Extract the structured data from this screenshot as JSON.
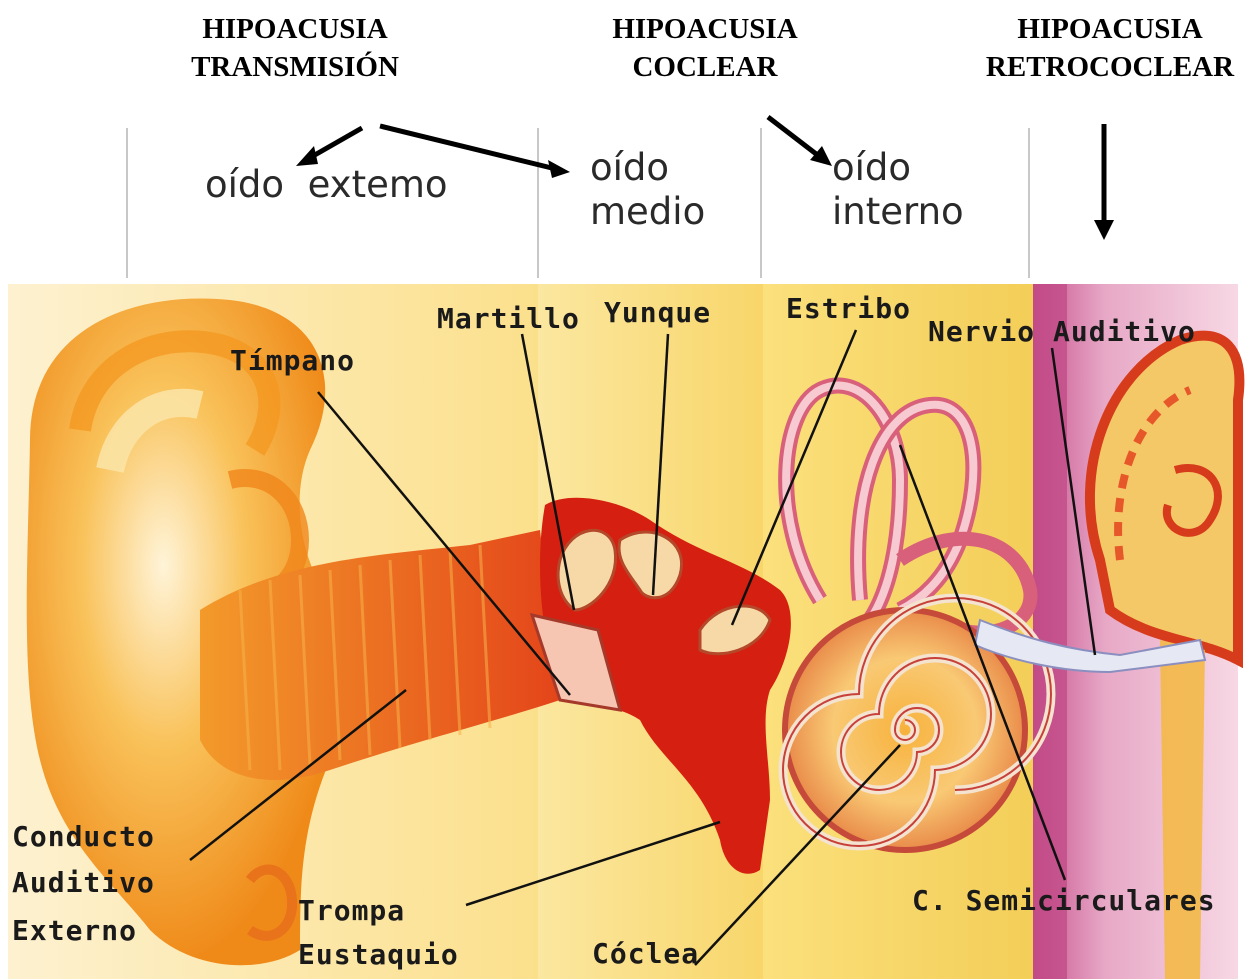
{
  "categories": [
    {
      "line1": "HIPOACUSIA",
      "line2": "TRANSMISIÓN"
    },
    {
      "line1": "HIPOACUSIA",
      "line2": "COCLEAR"
    },
    {
      "line1": "HIPOACUSIA",
      "line2": "RETROCOCLEAR"
    }
  ],
  "regions": {
    "external": "oído  extemo",
    "middle_1": "oído",
    "middle_2": "medio",
    "inner_1": "oído",
    "inner_2": "interno"
  },
  "labels": {
    "martillo": "Martillo",
    "yunque": "Yunque",
    "estribo": "Estribo",
    "nervio": "Nervio Auditivo",
    "timpano": "Tímpano",
    "conducto_1": "Conducto",
    "conducto_2": "Auditivo",
    "conducto_3": "Externo",
    "trompa_1": "Trompa",
    "trompa_2": "Eustaquio",
    "coclea": "Cóclea",
    "semicirculares": "C. Semicirculares"
  },
  "colors": {
    "outer_ear": "#f6a21a",
    "canal": "#e9541b",
    "middle_red": "#d51f10",
    "panel_yellow": "#fbe79a",
    "inner_pink": "#e7b0b8",
    "nerve_band": "#c8528f"
  }
}
